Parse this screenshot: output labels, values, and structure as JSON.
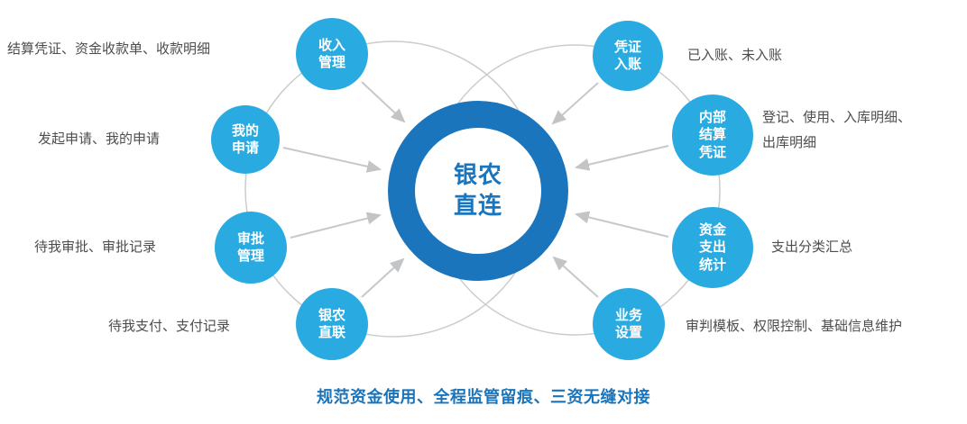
{
  "center": {
    "label": "银农\n直连"
  },
  "nodes": [
    {
      "label": "收入\n管理"
    },
    {
      "label": "我的\n申请"
    },
    {
      "label": "审批\n管理"
    },
    {
      "label": "银农\n直联"
    },
    {
      "label": "凭证\n入账"
    },
    {
      "label": "内部\n结算\n凭证"
    },
    {
      "label": "资金\n支出\n统计"
    },
    {
      "label": "业务\n设置"
    }
  ],
  "annotations": [
    {
      "text": "结算凭证、资金收款单、收款明细"
    },
    {
      "text": "发起申请、我的申请"
    },
    {
      "text": "待我审批、审批记录"
    },
    {
      "text": "待我支付、支付记录"
    },
    {
      "text": "已入账、未入账"
    },
    {
      "text": "登记、使用、入库明细、\n出库明细"
    },
    {
      "text": "支出分类汇总"
    },
    {
      "text": "审判模板、权限控制、基础信息维护"
    }
  ],
  "footer": {
    "tagline": "规范资金使用、全程监管留痕、三资无缝对接"
  },
  "colors": {
    "node_fill": "#29abe2",
    "node_text": "#ffffff",
    "center_ring": "#1b75bc",
    "center_text": "#1b75bc",
    "annotation_text": "#4d4d4f",
    "tagline_text": "#1a74bb",
    "connector": "#c6c8ca",
    "orbit_outline": "#cbccce"
  }
}
